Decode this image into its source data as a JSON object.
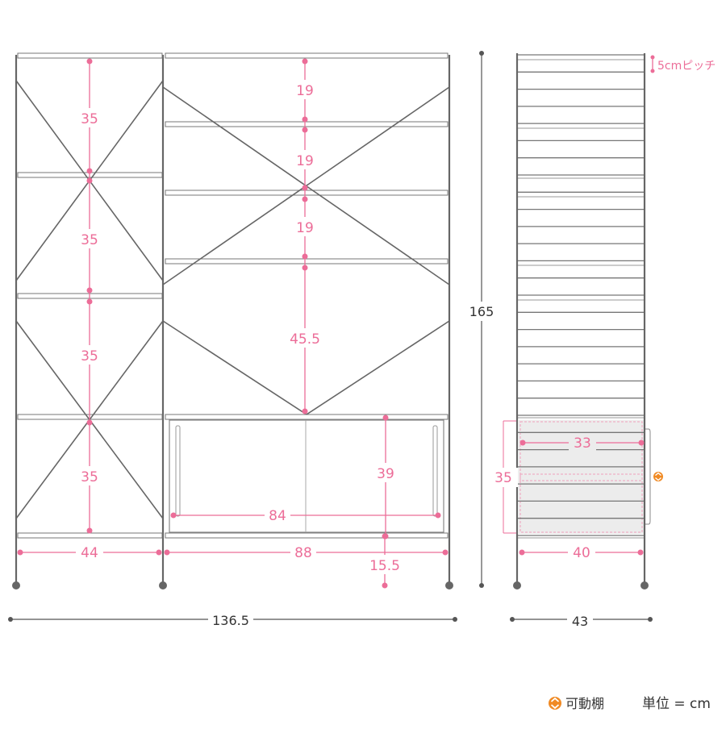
{
  "front": {
    "left_heights": [
      "35",
      "35",
      "35",
      "35"
    ],
    "right_heights": [
      "19",
      "19",
      "19",
      "45.5"
    ],
    "cabinet_height": "39",
    "cabinet_inner_width": "84",
    "left_width": "44",
    "right_width": "88",
    "base_height": "15.5",
    "total_width": "136.5",
    "total_height": "165"
  },
  "side": {
    "pitch": "5cmピッチ",
    "drawer_depth": "33",
    "drawer_height": "35",
    "inner_depth": "40",
    "total_depth": "43"
  },
  "legend": {
    "movable_shelf": "可動棚",
    "unit": "単位 = cm"
  },
  "colors": {
    "accent": "#ec6d98",
    "frame": "#666666",
    "legend_icon": "#f08a24"
  },
  "icons": [
    "movable-shelf-icon"
  ]
}
